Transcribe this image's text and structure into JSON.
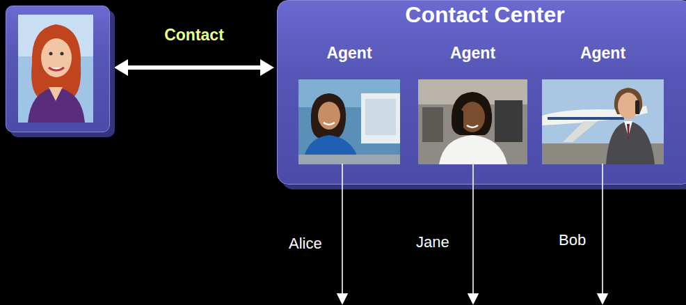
{
  "diagram": {
    "nodes": [
      {
        "text": []
      },
      {
        "text": [
          "Contact Center"
        ]
      },
      {
        "text": [
          "Agent"
        ],
        "in": 1
      },
      {
        "text": [
          "Agent"
        ],
        "in": 1
      },
      {
        "text": [
          "Agent"
        ],
        "in": 1
      }
    ],
    "edges": [
      {
        "from": 0,
        "to": 1,
        "label": "Contact",
        "arrow": "both"
      }
    ],
    "labels": [
      "Alice",
      "Jane",
      "Bob"
    ]
  }
}
